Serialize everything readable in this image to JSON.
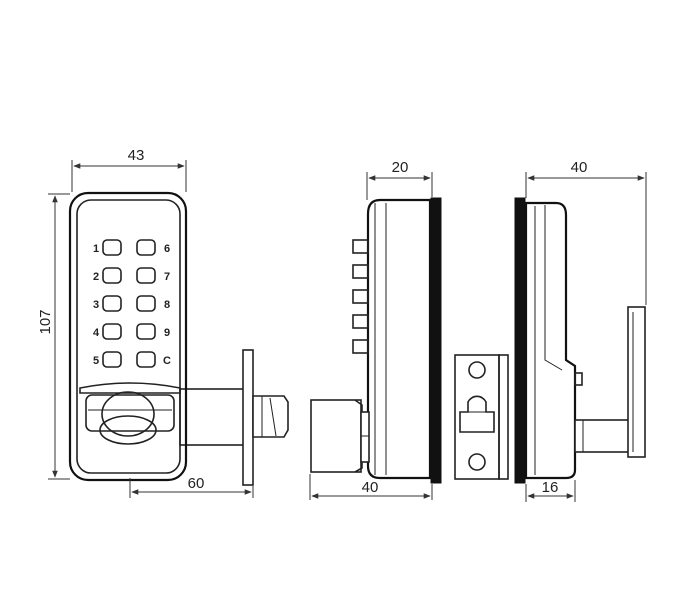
{
  "dimensions": {
    "front_width": "43",
    "front_height": "107",
    "front_spindle": "60",
    "side_depth": "20",
    "side_total": "40",
    "rear_width": "40",
    "rear_offset": "16"
  },
  "keypad": {
    "left": [
      "1",
      "2",
      "3",
      "4",
      "5"
    ],
    "right": [
      "6",
      "7",
      "8",
      "9",
      "C"
    ]
  }
}
